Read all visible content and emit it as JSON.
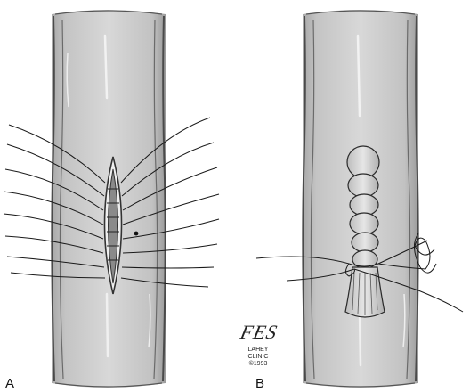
{
  "panels": [
    {
      "label": "A",
      "depicts": "vessel with longitudinal incision and placed sutures"
    },
    {
      "label": "B",
      "depicts": "vessel after closure with plug and tied suture"
    }
  ],
  "signature": {
    "initials": "FES",
    "line1": "LAHEY",
    "line2": "CLINIC",
    "line3": "©1993"
  },
  "colors": {
    "vessel_fill": "#c9c9c9",
    "vessel_shadow": "#9a9a9a",
    "wall": "#4a4a4a",
    "suture": "#1a1a1a",
    "background": "#ffffff"
  }
}
